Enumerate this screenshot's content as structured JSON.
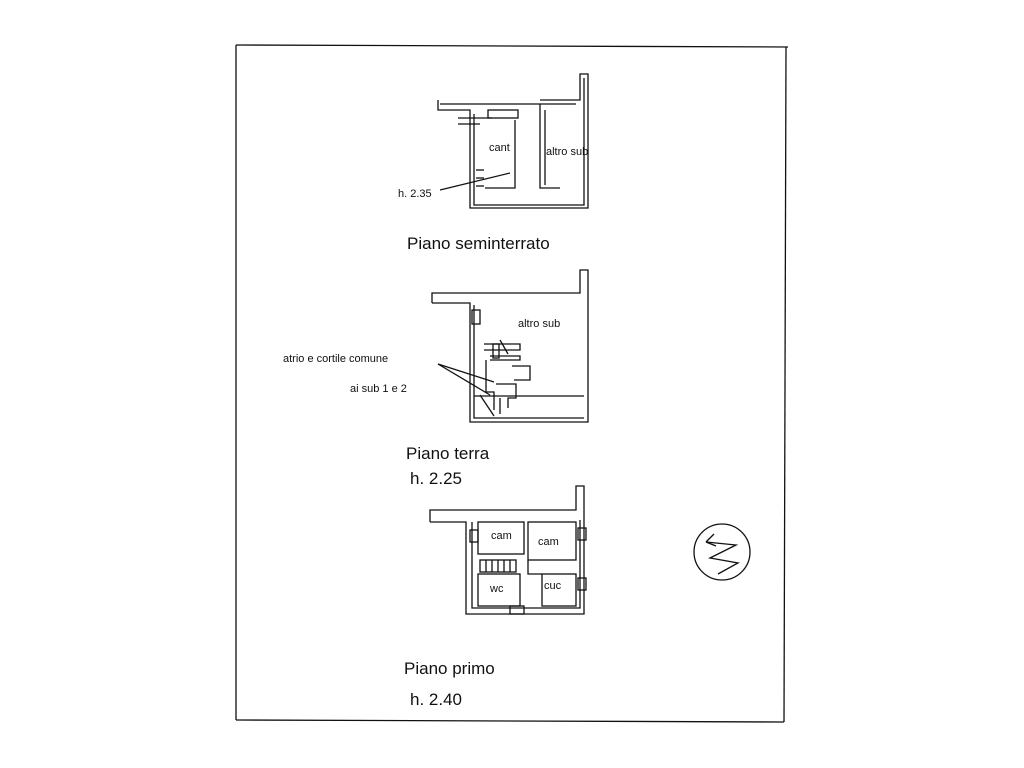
{
  "floors": {
    "basement": {
      "room_cant": "cant",
      "room_altro": "altro sub",
      "height_note": "h. 2.35",
      "title": "Piano seminterrato"
    },
    "ground": {
      "room_altro": "altro sub",
      "common_line1": "atrio e cortile comune",
      "common_line2": "ai sub 1 e 2",
      "title": "Piano terra",
      "height": "h. 2.25"
    },
    "first": {
      "room_cam1": "cam",
      "room_cam2": "cam",
      "room_wc": "wc",
      "room_cuc": "cuc",
      "title": "Piano primo",
      "height": "h. 2.40"
    }
  },
  "colors": {
    "ink": "#111111",
    "paper": "#ffffff"
  },
  "icons": {
    "north_arrow": "north-arrow-icon"
  }
}
